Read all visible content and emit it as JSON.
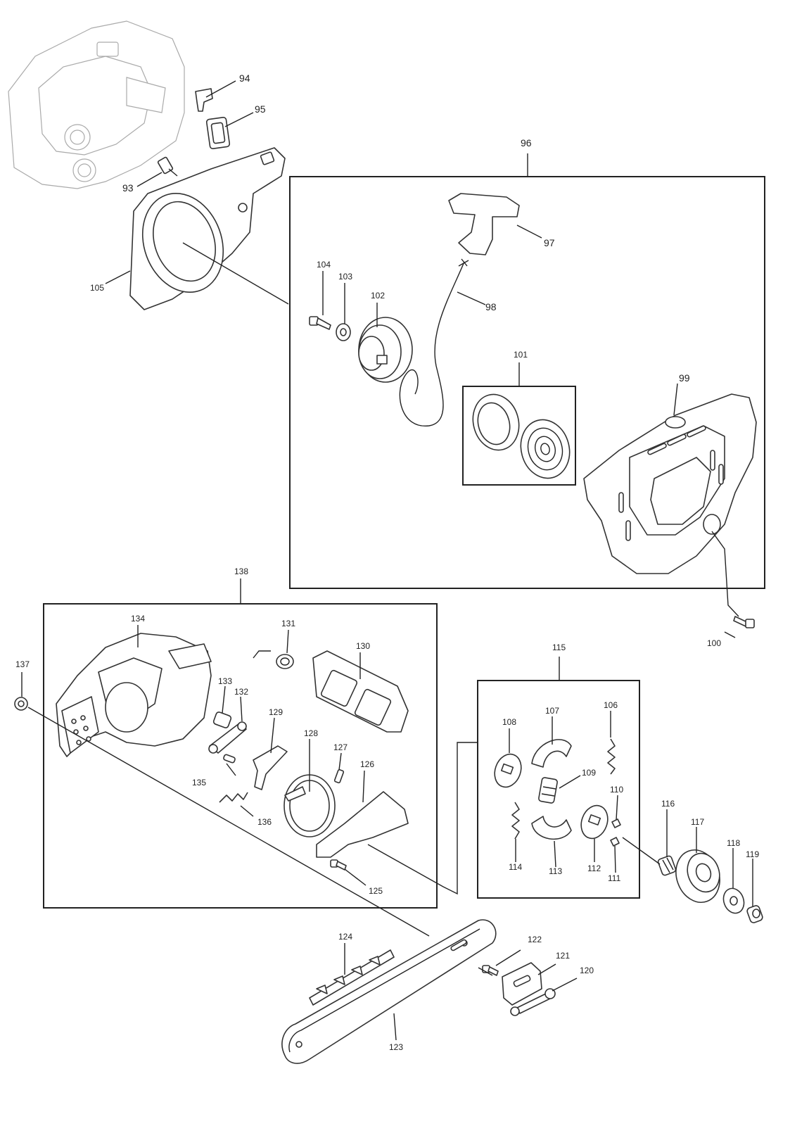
{
  "diagram": {
    "labels": {
      "p93": "93",
      "p94": "94",
      "p95": "95",
      "p96": "96",
      "p97": "97",
      "p98": "98",
      "p99": "99",
      "p100": "100",
      "p101": "101",
      "p102": "102",
      "p103": "103",
      "p104": "104",
      "p105": "105",
      "p106": "106",
      "p107": "107",
      "p108": "108",
      "p109": "109",
      "p110": "110",
      "p111": "111",
      "p112": "112",
      "p113": "113",
      "p114": "114",
      "p115": "115",
      "p116": "116",
      "p117": "117",
      "p118": "118",
      "p119": "119",
      "p120": "120",
      "p121": "121",
      "p122": "122",
      "p123": "123",
      "p124": "124",
      "p125": "125",
      "p126": "126",
      "p127": "127",
      "p128": "128",
      "p129": "129",
      "p130": "130",
      "p131": "131",
      "p132": "132",
      "p133": "133",
      "p134": "134",
      "p135": "135",
      "p136": "136",
      "p137": "137",
      "p138": "138"
    }
  }
}
